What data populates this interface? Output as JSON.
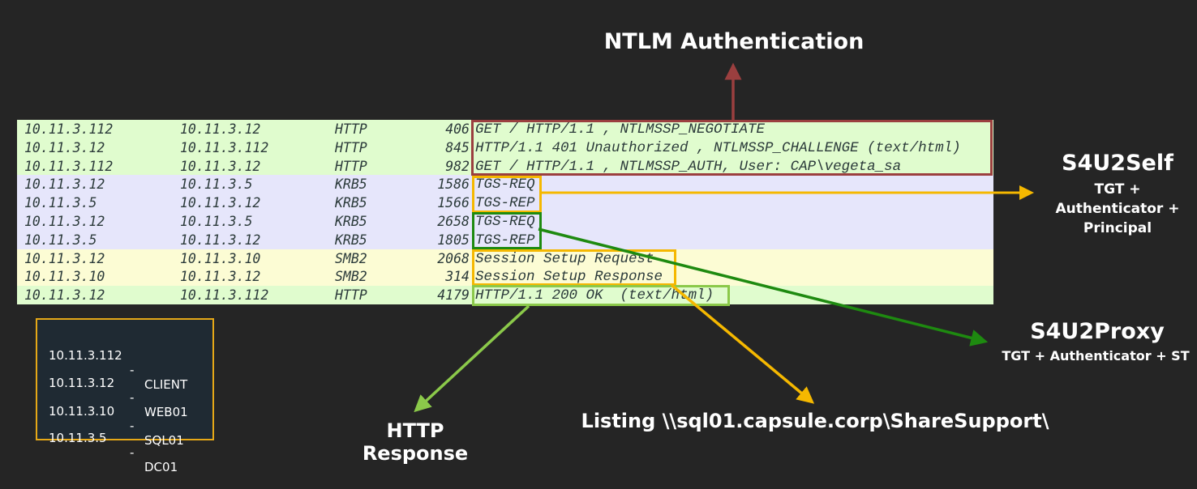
{
  "packets": [
    {
      "src": "10.11.3.112",
      "dst": "10.11.3.12",
      "proto": "HTTP",
      "len": "406",
      "info": "GET / HTTP/1.1 , NTLMSSP_NEGOTIATE"
    },
    {
      "src": "10.11.3.12",
      "dst": "10.11.3.112",
      "proto": "HTTP",
      "len": "845",
      "info": "HTTP/1.1 401 Unauthorized , NTLMSSP_CHALLENGE (text/html)"
    },
    {
      "src": "10.11.3.112",
      "dst": "10.11.3.12",
      "proto": "HTTP",
      "len": "982",
      "info": "GET / HTTP/1.1 , NTLMSSP_AUTH, User: CAP\\vegeta_sa"
    },
    {
      "src": "10.11.3.12",
      "dst": "10.11.3.5",
      "proto": "KRB5",
      "len": "1586",
      "info": "TGS-REQ"
    },
    {
      "src": "10.11.3.5",
      "dst": "10.11.3.12",
      "proto": "KRB5",
      "len": "1566",
      "info": "TGS-REP"
    },
    {
      "src": "10.11.3.12",
      "dst": "10.11.3.5",
      "proto": "KRB5",
      "len": "2658",
      "info": "TGS-REQ"
    },
    {
      "src": "10.11.3.5",
      "dst": "10.11.3.12",
      "proto": "KRB5",
      "len": "1805",
      "info": "TGS-REP"
    },
    {
      "src": "10.11.3.12",
      "dst": "10.11.3.10",
      "proto": "SMB2",
      "len": "2068",
      "info": "Session Setup Request"
    },
    {
      "src": "10.11.3.10",
      "dst": "10.11.3.12",
      "proto": "SMB2",
      "len": "314",
      "info": "Session Setup Response"
    },
    {
      "src": "10.11.3.12",
      "dst": "10.11.3.112",
      "proto": "HTTP",
      "len": "4179",
      "info": "HTTP/1.1 200 OK  (text/html)"
    }
  ],
  "annotations": {
    "ntlm": "NTLM Authentication",
    "s4u2self_title": "S4U2Self",
    "s4u2self_desc": [
      "TGT +",
      "Authenticator +",
      "Principal"
    ],
    "s4u2proxy_title": "S4U2Proxy",
    "s4u2proxy_desc": "TGT + Authenticator + ST",
    "http_response": "HTTP Response",
    "listing": "Listing \\\\sql01.capsule.corp\\ShareSupport\\"
  },
  "legend": [
    {
      "ip": "10.11.3.112",
      "dash": "-",
      "host": "CLIENT"
    },
    {
      "ip": "10.11.3.12",
      "dash": "-",
      "host": "WEB01"
    },
    {
      "ip": "10.11.3.10",
      "dash": "-",
      "host": "SQL01"
    },
    {
      "ip": "10.11.3.5",
      "dash": "-",
      "host": "DC01"
    }
  ],
  "colors": {
    "ntlm": "#9b3f3f",
    "s4u2self": "#f5b800",
    "s4u2proxy": "#1e8a10",
    "smb": "#f5b800",
    "http": "#8bc94a",
    "row_http": "#e0fcce",
    "row_krb": "#e6e6fb",
    "row_smb": "#fcfcd4"
  }
}
